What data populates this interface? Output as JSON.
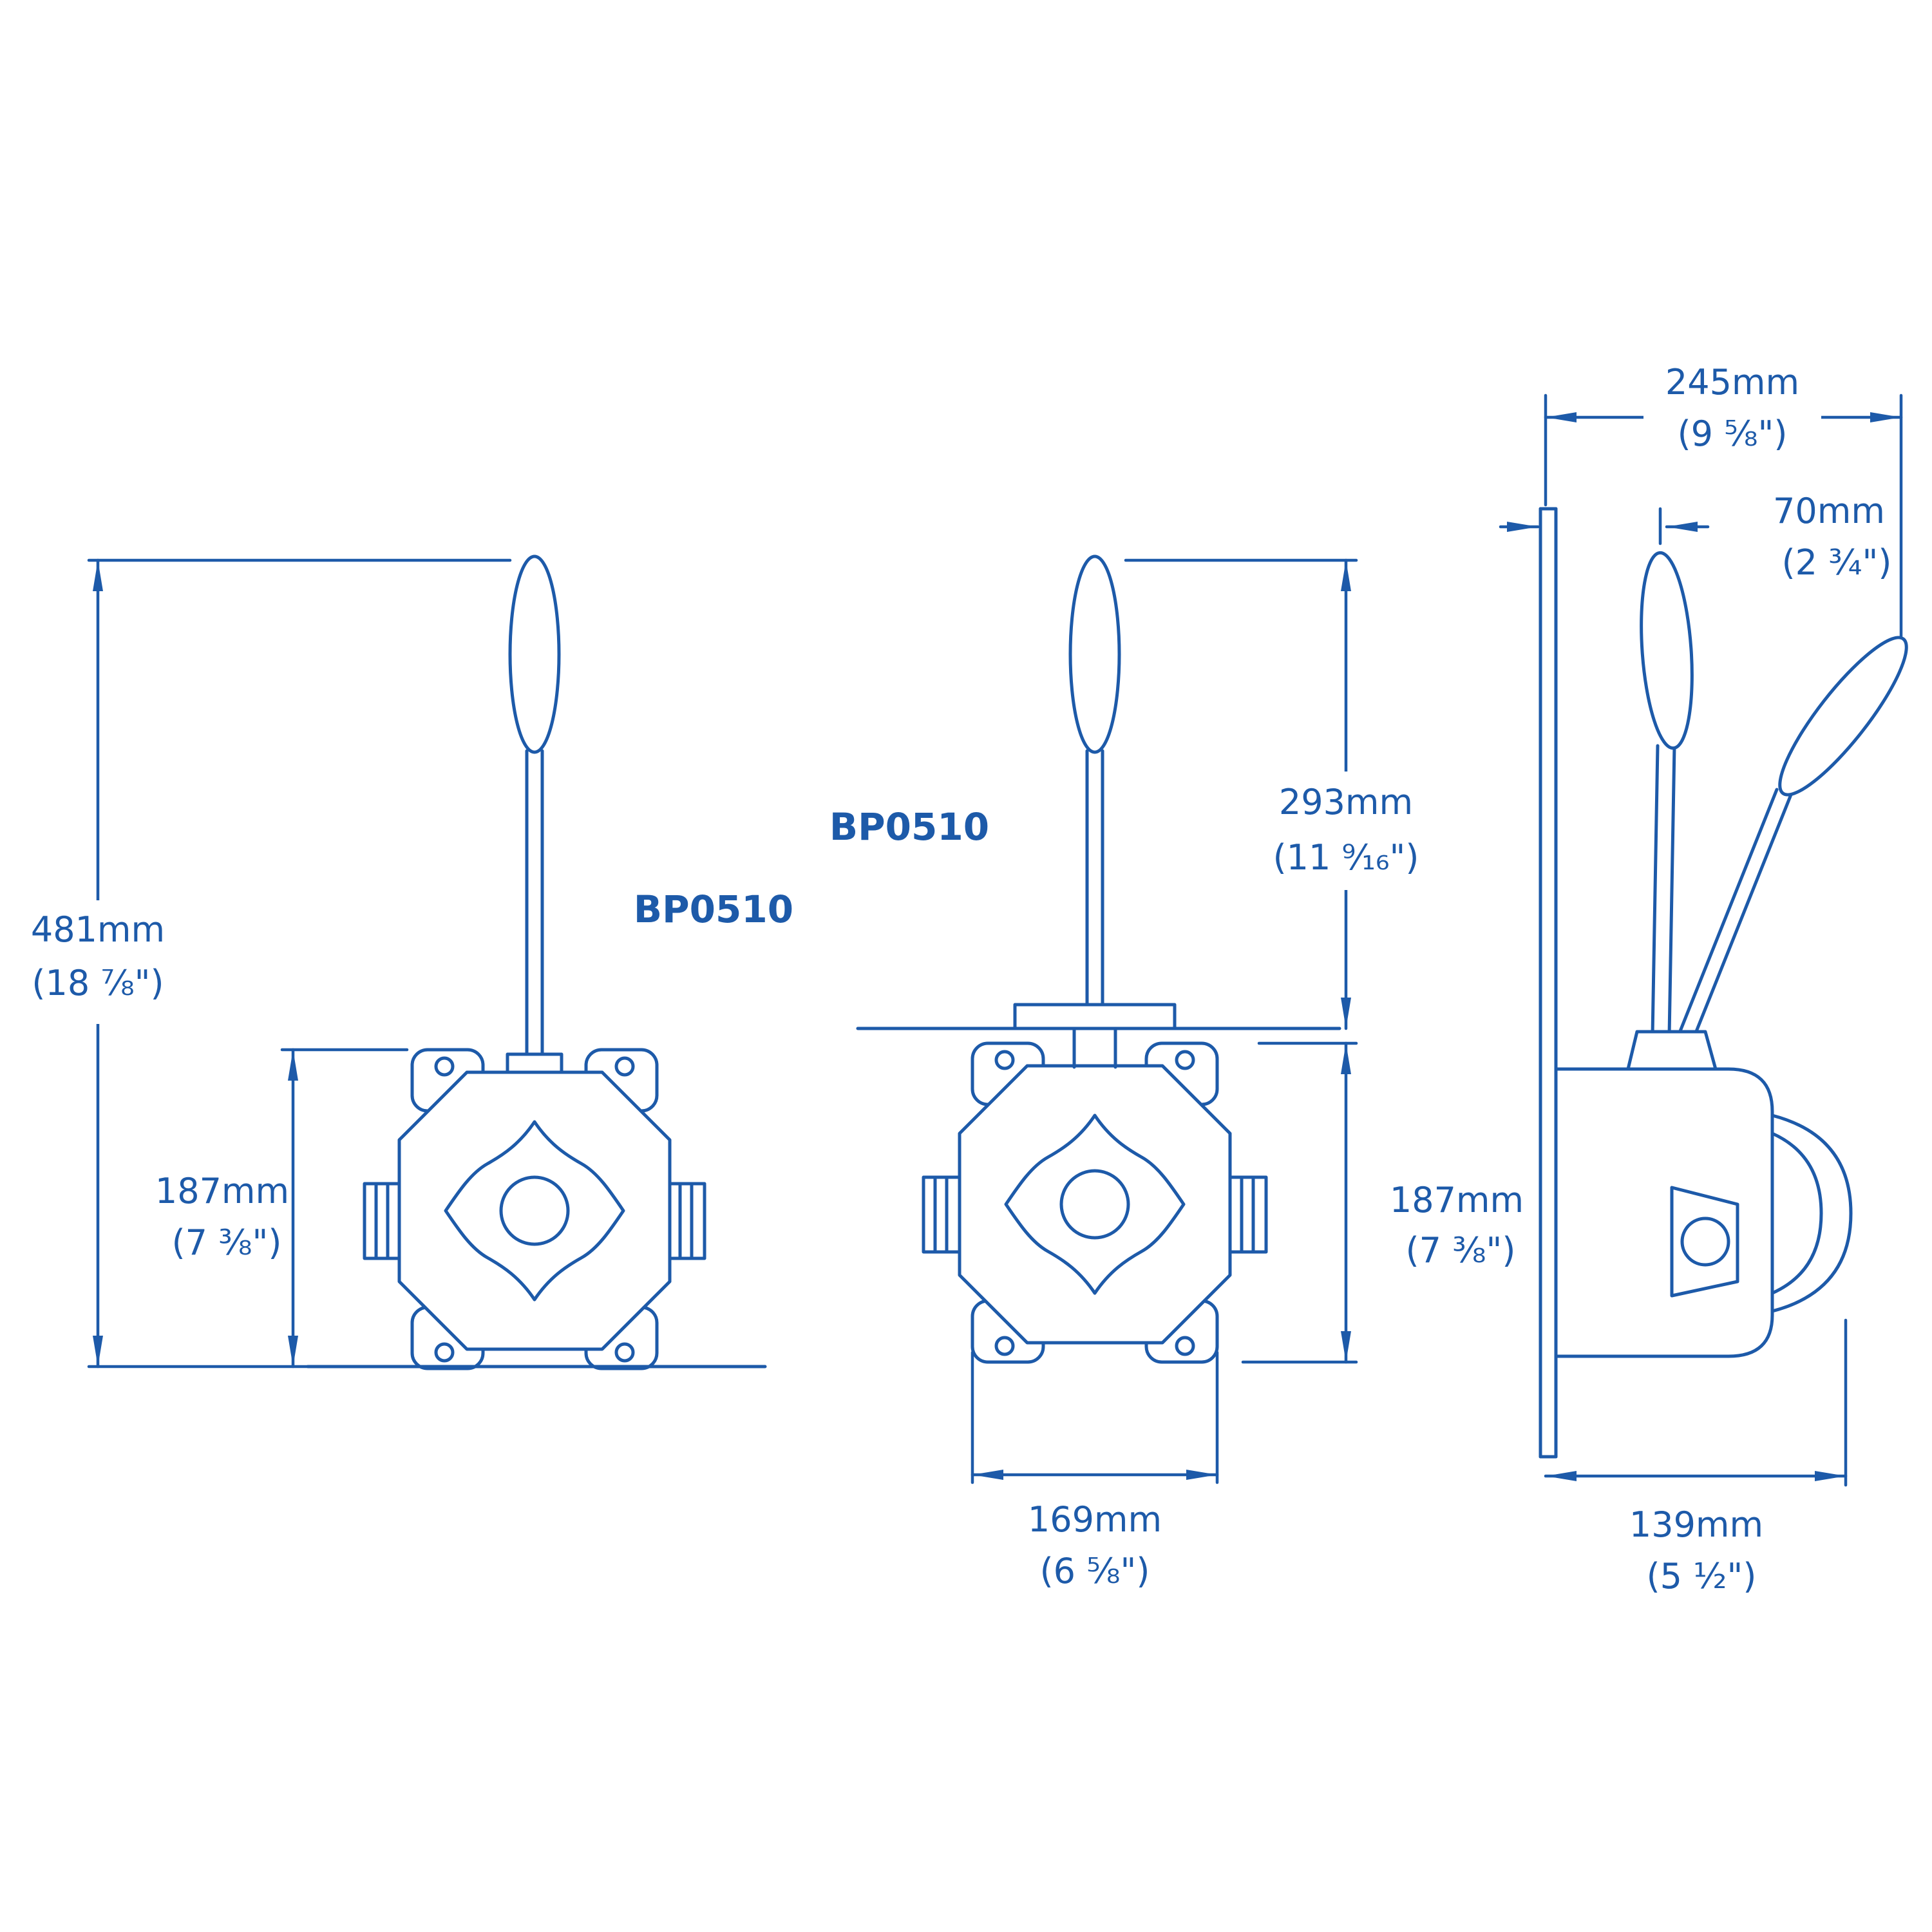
{
  "drawing": {
    "model": "BP0510",
    "line_color": "#1d5aa9",
    "views": {
      "front": {
        "overall_height": {
          "metric": "481mm",
          "imperial": "(18 ⅞\")"
        },
        "body_height": {
          "metric": "187mm",
          "imperial": "(7 ⅜\")"
        }
      },
      "deck_mounted": {
        "handle_above_deck": {
          "metric": "293mm",
          "imperial": "(11 ⁹⁄₁₆\")"
        },
        "body_height": {
          "metric": "187mm",
          "imperial": "(7 ⅜\")"
        },
        "body_width": {
          "metric": "169mm",
          "imperial": "(6 ⅝\")"
        }
      },
      "side": {
        "handle_sweep": {
          "metric": "245mm",
          "imperial": "(9 ⅝\")"
        },
        "handle_offset": {
          "metric": "70mm",
          "imperial": "(2 ¾\")"
        },
        "body_depth": {
          "metric": "139mm",
          "imperial": "(5 ½\")"
        }
      }
    }
  }
}
